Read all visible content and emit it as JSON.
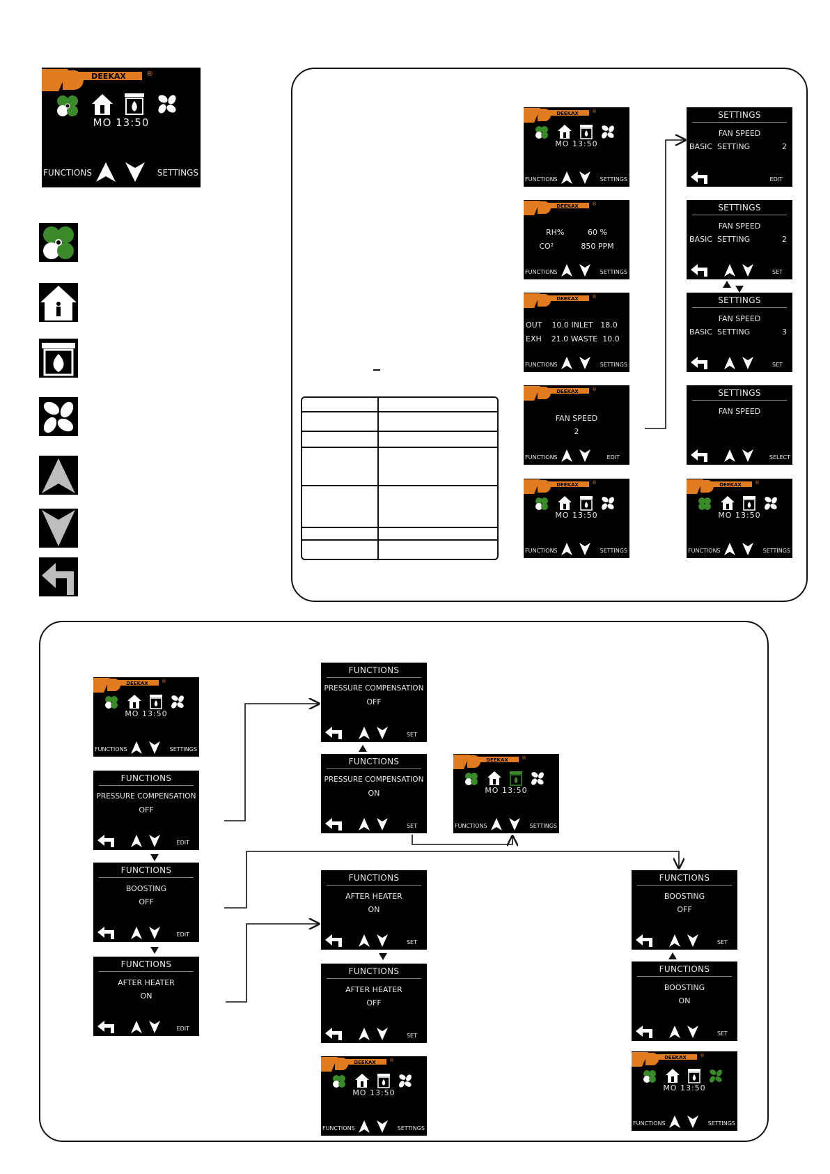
{
  "brand": {
    "logo_text": "DEEKAX",
    "registered": "®",
    "accent": "#e07b20"
  },
  "labels": {
    "functions": "FUNCTIONS",
    "settings": "SETTINGS",
    "edit": "EDIT",
    "set": "SET",
    "select": "SELECT",
    "time": "MO 13:50"
  },
  "readings": {
    "rh_label": "RH%",
    "rh_value": "60 %",
    "co2_label": "CO²",
    "co2_value": "850 PPM",
    "out_label": "OUT",
    "out_value": "10.0",
    "inlet_label": "INLET",
    "inlet_value": "18.0",
    "exh_label": "EXH",
    "exh_value": "21.0",
    "waste_label": "WASTE",
    "waste_value": "10.0"
  },
  "fan_speed": {
    "title": "FAN SPEED",
    "basic_setting": "BASIC  SETTING",
    "value_2": "2",
    "value_3": "3"
  },
  "functions": {
    "pressure_compensation": "PRESSURE COMPENSATION",
    "boosting": "BOOSTING",
    "after_heater": "AFTER HEATER",
    "off": "OFF",
    "on": "ON"
  },
  "colors": {
    "active_green": "#3a8a2a",
    "screen_bg": "#000000",
    "text": "#e8e8e8"
  }
}
